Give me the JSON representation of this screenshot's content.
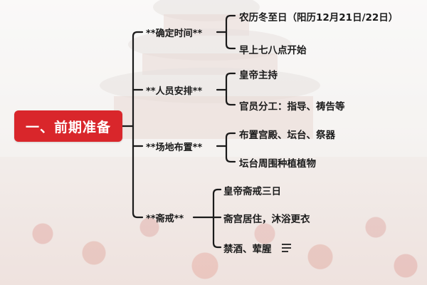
{
  "colors": {
    "root_bg": "#d9262b",
    "root_text": "#ffffff",
    "text": "#1a1a1a",
    "connector": "#1a1a1a"
  },
  "mindmap": {
    "root": {
      "label": "一、前期准备"
    },
    "branches": [
      {
        "label": "**确定时间**",
        "children": [
          {
            "label": "农历冬至日（阳历12月21日/22日）"
          },
          {
            "label": "早上七八点开始"
          }
        ]
      },
      {
        "label": "**人员安排**",
        "children": [
          {
            "label": "皇帝主持"
          },
          {
            "label": "官员分工：指导、祷告等"
          }
        ]
      },
      {
        "label": "**场地布置**",
        "children": [
          {
            "label": "布置宫殿、坛台、祭器"
          },
          {
            "label": "坛台周围种植植物"
          }
        ]
      },
      {
        "label": "**斋戒**",
        "children": [
          {
            "label": "皇帝斋戒三日"
          },
          {
            "label": "斋宫居住，沐浴更衣"
          },
          {
            "label": "禁酒、荤腥"
          }
        ]
      }
    ]
  },
  "icons": {
    "more": "menu-lines-icon"
  }
}
